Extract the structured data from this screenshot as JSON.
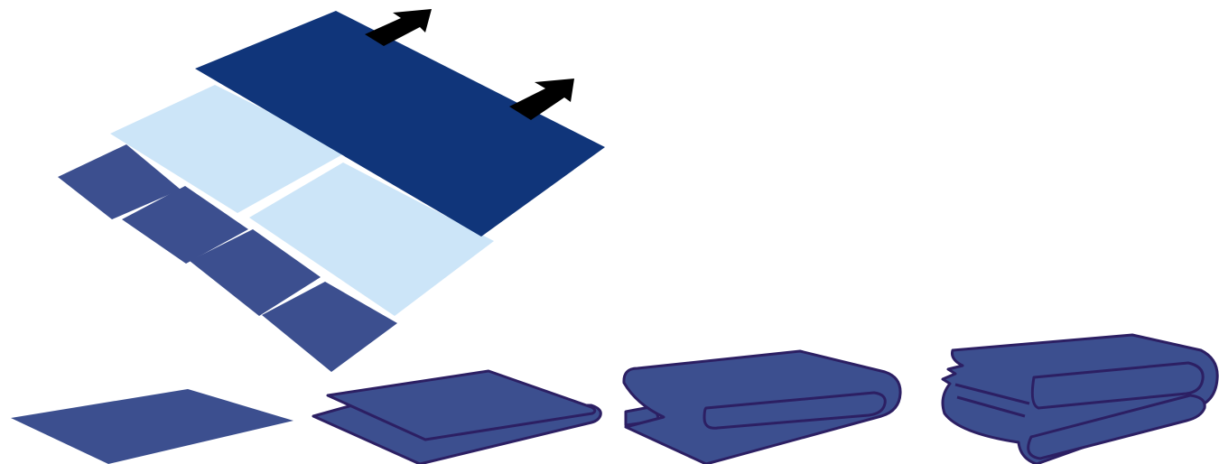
{
  "colors": {
    "background": "#ffffff",
    "dark_navy": "#10357a",
    "light_blue": "#cce5f8",
    "slate_blue": "#3c4f8f",
    "outline": "#2c1f63",
    "arrow": "#000000"
  },
  "layered_diagram": {
    "arrows": [
      "arrow-icon",
      "arrow-icon"
    ],
    "slices": 4
  },
  "fold_steps": [
    "flat",
    "folded-once",
    "folded-twice",
    "folded-three-times"
  ]
}
